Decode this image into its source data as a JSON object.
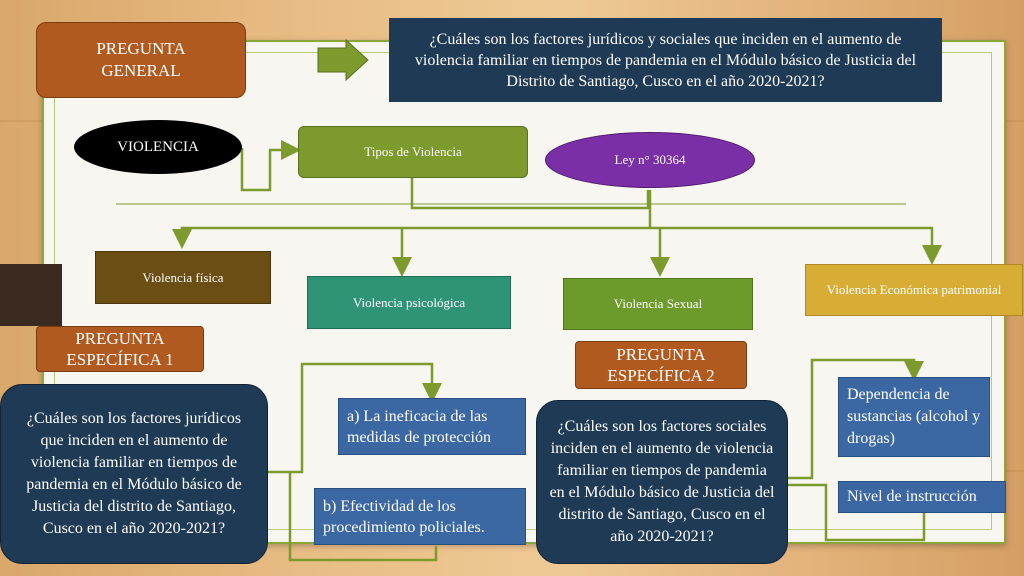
{
  "general": {
    "label": "PREGUNTA\nGENERAL",
    "question": "¿Cuáles son los factores jurídicos y sociales que inciden en el aumento de violencia familiar en tiempos de pandemia en el Módulo básico de Justicia del Distrito de Santiago, Cusco en el año 2020-2021?"
  },
  "concepts": {
    "violencia": "VIOLENCIA",
    "tipos": "Tipos de Violencia",
    "ley": "Ley n° 30364"
  },
  "types": [
    "Violencia física",
    "Violencia psicológica",
    "Violencia Sexual",
    "Violencia Económica patrimonial"
  ],
  "especifica1": {
    "label": "PREGUNTA\nESPECÍFICA 1",
    "question": "¿Cuáles son los factores jurídicos que inciden en el aumento de violencia familiar en tiempos de pandemia en el Módulo básico de Justicia del distrito de Santiago, Cusco en el año 2020-2021?",
    "factors": [
      "a) La ineficacia de las medidas de protección",
      "b) Efectividad de los procedimiento policiales."
    ]
  },
  "especifica2": {
    "label": "PREGUNTA\nESPECÍFICA 2",
    "question": "¿Cuáles son los factores sociales inciden en el aumento de violencia familiar en tiempos de pandemia en el Módulo básico de Justicia del distrito de Santiago, Cusco en el año 2020-2021?",
    "factors": [
      "Dependencia de sustancias (alcohol y drogas)",
      "Nivel de instrucción"
    ]
  },
  "colors": {
    "brown": "#b15a1f",
    "navy": "#1e3a55",
    "olive": "#7d9a2c",
    "purple": "#7a2fa6",
    "teal": "#2f9476",
    "gold": "#d7ad36",
    "blue": "#3b67a3"
  }
}
